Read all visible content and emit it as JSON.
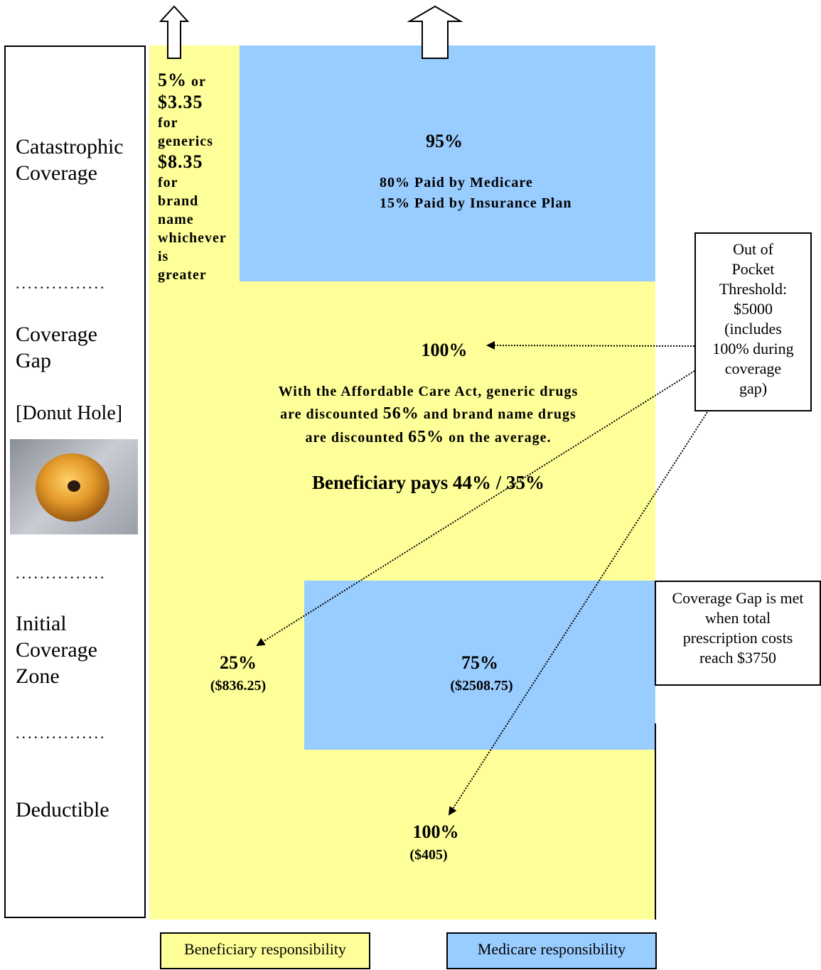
{
  "phases": {
    "catastrophic": "Catastrophic\nCoverage",
    "gap": "Coverage\nGap",
    "donut": "[Donut Hole]",
    "initial": "Initial\nCoverage\nZone",
    "deductible": "Deductible",
    "separator": "..............."
  },
  "catastrophic": {
    "pct_5": "5%",
    "or": "or",
    "amt_generic": "$3.35",
    "for_generics": "for\ngenerics",
    "amt_brand": "$8.35",
    "for_brand": "for\nbrand\nname\nwhichever\nis\ngreater",
    "pct_95": "95%",
    "medicare_line": "80% Paid by Medicare",
    "plan_line": "15% Paid by Insurance Plan"
  },
  "gap": {
    "pct_100": "100%",
    "aca_line1": "With the Affordable Care Act, generic drugs",
    "aca_line2_a": "are discounted",
    "aca_line2_b": "56%",
    "aca_line2_c": "and brand name drugs",
    "aca_line3_a": "are discounted",
    "aca_line3_b": "65%",
    "aca_line3_c": "on the average.",
    "pays": "Beneficiary pays 44% / 35%"
  },
  "initial": {
    "bene_pct": "25%",
    "bene_amt": "($836.25)",
    "medicare_pct": "75%",
    "medicare_amt": "($2508.75)"
  },
  "deductible": {
    "pct": "100%",
    "amt": "($405)"
  },
  "oop_box": "Out of\nPocket\nThreshold:\n$5000\n(includes\n100% during\ncoverage\ngap)",
  "gap_box": "Coverage Gap is met\nwhen total\nprescription costs\nreach $3750",
  "legend": {
    "beneficiary": "Beneficiary responsibility",
    "medicare": "Medicare responsibility"
  },
  "colors": {
    "beneficiary": "#ffff99",
    "medicare": "#99ccff"
  },
  "icons": [
    "up-arrow-icon",
    "donut-image"
  ]
}
